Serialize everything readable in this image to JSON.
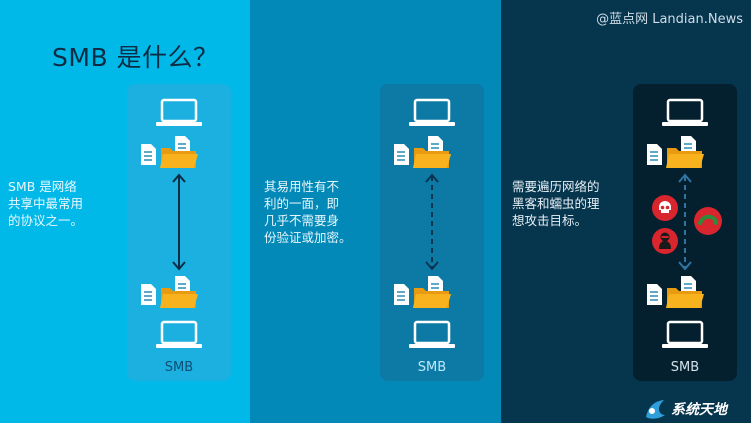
{
  "title": "SMB 是什么？",
  "watermark": "@蓝点网 Landian.News",
  "logo_text": "系统天地",
  "panels": [
    {
      "description": "SMB 是网络\n共享中最常用\n的协议之一。",
      "label": "SMB",
      "connection": "secure"
    },
    {
      "description": "其易用性有不\n利的一面，即\n几乎不需要身\n份验证或加密。",
      "label": "SMB",
      "connection": "unauthenticated"
    },
    {
      "description": "需要遍历网络的\n黑客和蠕虫的理\n想攻击目标。",
      "label": "SMB",
      "connection": "attacked"
    }
  ],
  "icons": {
    "computer": "laptop-icon",
    "files": "shared-files-icon",
    "threats": [
      "skull-icon",
      "hacker-icon",
      "worm-icon"
    ]
  },
  "colors": {
    "panel1_bg": "#01b9e8",
    "panel2_bg": "#0389b8",
    "panel3_bg": "#06354e",
    "folder": "#f7b21e",
    "threat_red": "#d9252e"
  }
}
